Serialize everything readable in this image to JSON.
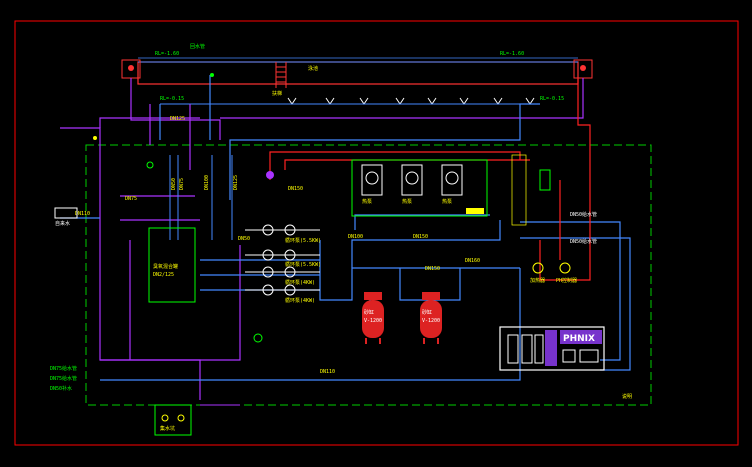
{
  "colors": {
    "background": "#000000",
    "frame": "#ff0000",
    "boundary": "#00cc00",
    "pipe_supply": "#4488ff",
    "pipe_return": "#aa33ff",
    "pipe_hot": "#ff2222",
    "label": "#ffff00",
    "equipment": "#ffffff",
    "tank": "#dd2222",
    "accent": "#7733cc"
  },
  "pool": {
    "main_label": "泳池",
    "left_top_label": "RL=-1.60",
    "right_top_label": "RL=-1.60",
    "top_mid_label": "回水管",
    "ladder_label": "扶梯",
    "level_label": "RL=-0.15",
    "right_level_label": "RL=-0.15"
  },
  "labels": {
    "dn150_a": "DN150",
    "dn150_b": "DN150",
    "dn150_c": "DN150",
    "dn110": "DN110",
    "dn125": "DN125",
    "dn100": "DN100",
    "dn50": "DN50",
    "dn75": "DN75",
    "dn110_bottom": "DN110",
    "dn160": "DN160",
    "inlet": "自来水",
    "supply_a": "DN75给水管",
    "supply_b": "DN75给水管",
    "supply_c": "DN50补水",
    "ozone_tank_a": "臭氧混合罐",
    "ozone_tank_b": "DN2/125",
    "pump_a": "循环泵(5.5KW)",
    "pump_b": "循环泵(5.5KW)",
    "pump_c": "循环泵(4KW)",
    "pump_d": "循环泵(4KW)",
    "filter_a": "V-1200",
    "filter_b": "V-1200",
    "filter_cap_a": "砂缸",
    "filter_cap_b": "砂缸",
    "unit_a": "热泵",
    "unit_b": "热泵",
    "unit_c": "热泵",
    "right_pipe_a": "DN50给水管",
    "right_pipe_b": "DN50给水管",
    "heater_a": "加热器",
    "heater_b": "PH控制器",
    "vert_a": "DN50",
    "vert_b": "DN75",
    "vert_c": "DN100",
    "vert_d": "DN125",
    "pit_label": "集水坑",
    "brand": "PHNIX",
    "corner_mark": "说明"
  }
}
